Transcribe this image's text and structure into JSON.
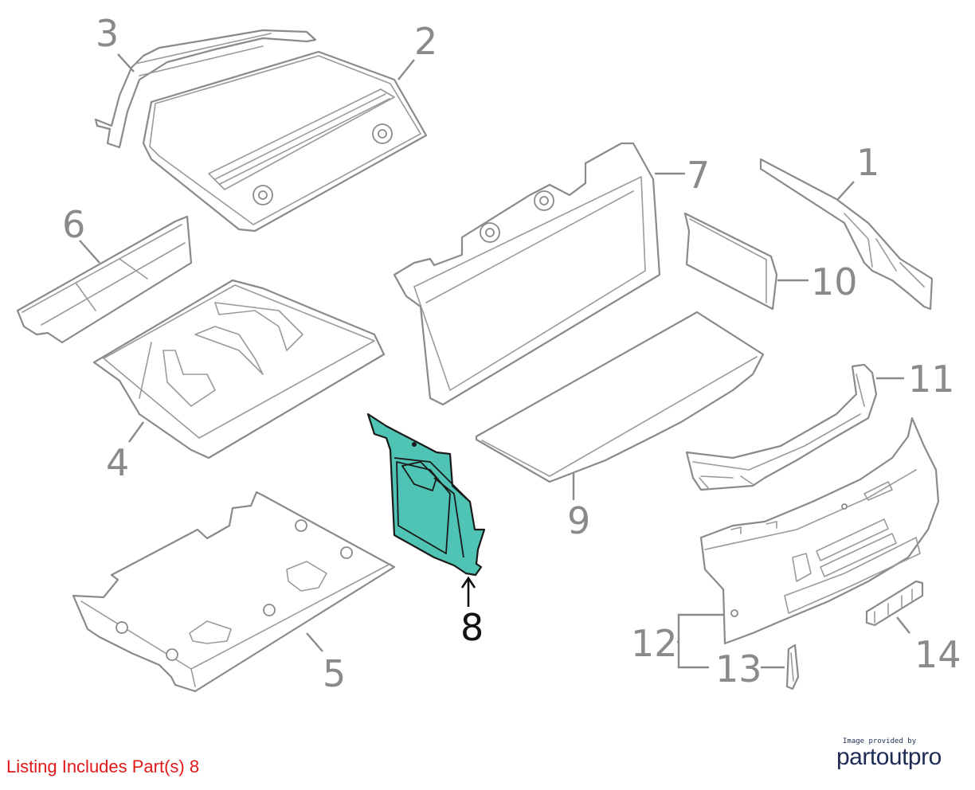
{
  "diagram": {
    "labels": {
      "p1": "1",
      "p2": "2",
      "p3": "3",
      "p4": "4",
      "p5": "5",
      "p6": "6",
      "p7": "7",
      "p8": "8",
      "p9": "9",
      "p10": "10",
      "p11": "11",
      "p12": "12",
      "p13": "13",
      "p14": "14"
    },
    "highlight_part": "8",
    "colors": {
      "highlight": "#4fc4b4",
      "line": "#8a8a8a",
      "listing_text": "#e01818",
      "brand": "#1d2b55"
    }
  },
  "footer": {
    "listing_text": "Listing Includes Part(s) 8",
    "credit_small": "Image provided by",
    "credit_brand": "partoutpro"
  }
}
